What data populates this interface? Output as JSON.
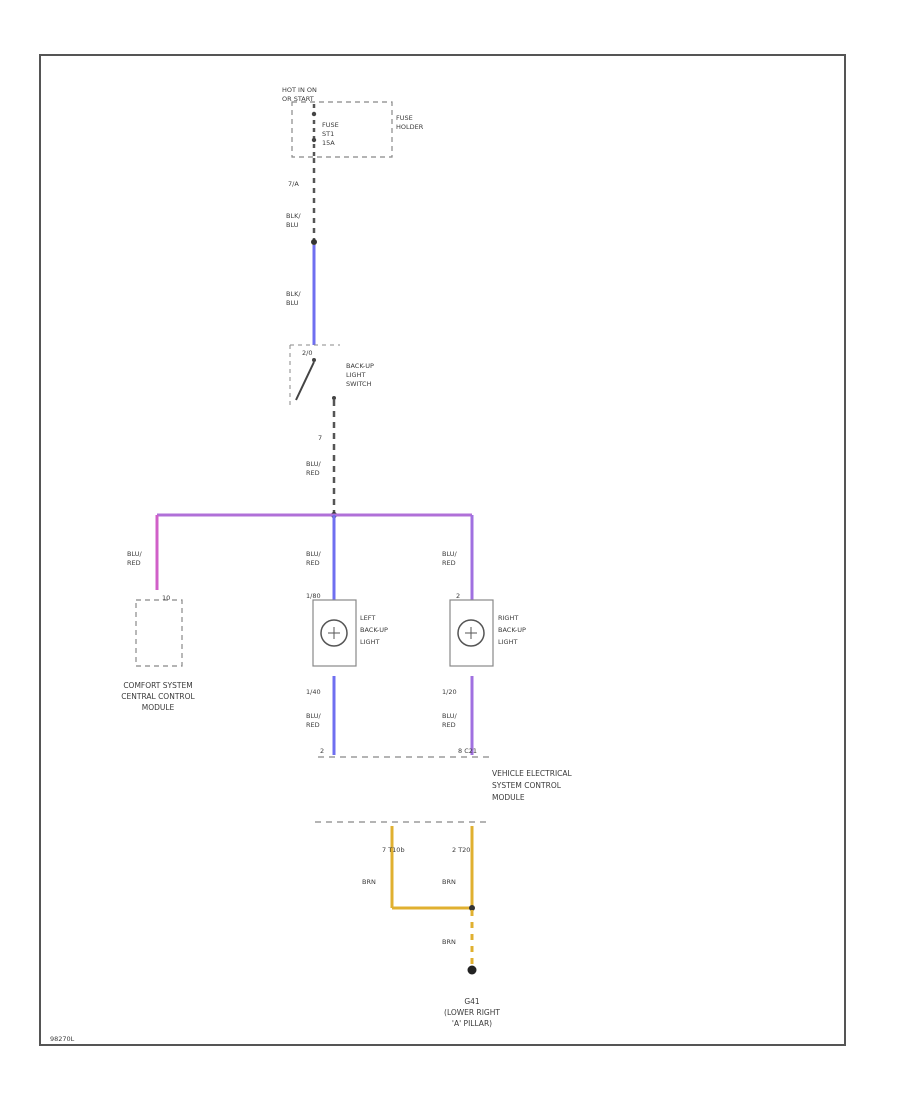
{
  "power_source": [
    "HOT IN ON",
    "OR START"
  ],
  "fuse": {
    "lines": [
      "FUSE",
      "ST1",
      "15A"
    ],
    "holder": [
      "FUSE",
      "HOLDER"
    ]
  },
  "wire_top": {
    "pin": "7/A",
    "color_a": [
      "BLK/",
      "BLU"
    ],
    "color_b": [
      "BLK/",
      "BLU"
    ]
  },
  "switch": {
    "pin_in": "2/0",
    "pin_out": "7",
    "label": [
      "BACK-UP",
      "LIGHT",
      "SWITCH"
    ]
  },
  "wire_trunk": {
    "color": [
      "BLU/",
      "RED"
    ]
  },
  "comfort_module": {
    "wire": [
      "BLU/",
      "RED"
    ],
    "pin": "10",
    "label": [
      "COMFORT SYSTEM",
      "CENTRAL CONTROL",
      "MODULE"
    ]
  },
  "left_light": {
    "wire_in": [
      "BLU/",
      "RED"
    ],
    "pin_in": "1/80",
    "label": [
      "LEFT",
      "BACK-UP",
      "LIGHT"
    ],
    "pin_out": "1/40",
    "wire_out": [
      "BLU/",
      "RED"
    ]
  },
  "right_light": {
    "wire_in": [
      "BLU/",
      "RED"
    ],
    "pin_in": "2",
    "label": [
      "RIGHT",
      "BACK-UP",
      "LIGHT"
    ],
    "pin_out": "1/20",
    "wire_out": [
      "BLU/",
      "RED"
    ]
  },
  "ecu": {
    "pin_left": "2",
    "pin_right": "8 C21",
    "label": [
      "VEHICLE ELECTRICAL",
      "SYSTEM CONTROL",
      "MODULE"
    ],
    "pin_gnd_left": "7 T10b",
    "pin_gnd_right": "2 T20"
  },
  "ground_wires": {
    "left": "BRN",
    "right": "BRN",
    "bottom": "BRN"
  },
  "ground": {
    "label": [
      "G41",
      "(LOWER RIGHT",
      "'A' PILLAR)"
    ]
  },
  "footer_id": "98270L",
  "colors": {
    "blue_wire": "#6f6ff0",
    "pink_wire": "#d060c8",
    "violet_wire": "#a070e0",
    "yellow_wire": "#e0b030",
    "dash": "#555555"
  }
}
